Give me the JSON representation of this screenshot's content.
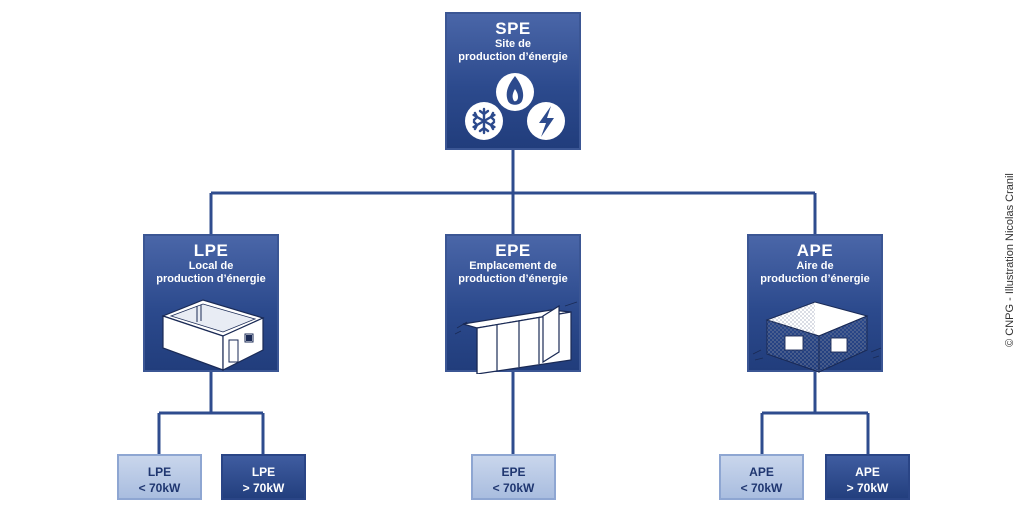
{
  "colors": {
    "line": "#2f4c8e",
    "box_dark": "#2c4a8d",
    "box_light": "#b6c7e6",
    "text_dark": "#1f3670"
  },
  "root": {
    "abbr": "SPE",
    "full": "Site de\nproduction d’énergie",
    "icons": [
      "flame-icon",
      "snowflake-icon",
      "lightning-icon"
    ]
  },
  "categories": [
    {
      "abbr": "LPE",
      "full": "Local de\nproduction d’énergie",
      "illustration": "room-building-icon"
    },
    {
      "abbr": "EPE",
      "full": "Emplacement de\nproduction d’énergie",
      "illustration": "cabinet-enclosure-icon"
    },
    {
      "abbr": "APE",
      "full": "Aire de\nproduction d’énergie",
      "illustration": "fenced-area-icon"
    }
  ],
  "leaves": [
    {
      "abbr": "LPE",
      "sub": "< 70kW"
    },
    {
      "abbr": "LPE",
      "sub": "> 70kW"
    },
    {
      "abbr": "EPE",
      "sub": "< 70kW"
    },
    {
      "abbr": "APE",
      "sub": "< 70kW"
    },
    {
      "abbr": "APE",
      "sub": "> 70kW"
    }
  ],
  "credit": "© CNPG - Illustration Nicolas Cranil"
}
